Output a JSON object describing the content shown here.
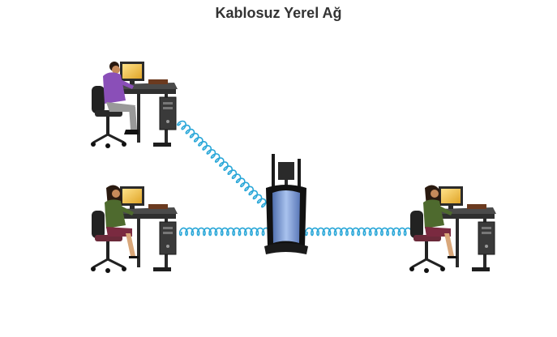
{
  "diagram": {
    "title": "Kablosuz Yerel Ağ",
    "nodes": [
      {
        "id": "workstation-top-left",
        "kind": "computer-user",
        "user": "man"
      },
      {
        "id": "workstation-bottom-left",
        "kind": "computer-user",
        "user": "woman"
      },
      {
        "id": "wireless-router",
        "kind": "router"
      },
      {
        "id": "workstation-bottom-right",
        "kind": "computer-user",
        "user": "woman"
      }
    ],
    "links": [
      {
        "from": "workstation-top-left",
        "to": "wireless-router",
        "type": "wireless"
      },
      {
        "from": "workstation-bottom-left",
        "to": "wireless-router",
        "type": "wireless"
      },
      {
        "from": "wireless-router",
        "to": "workstation-bottom-right",
        "type": "wireless"
      }
    ]
  },
  "colors": {
    "signal": "#2aa7d8",
    "title": "#333333",
    "router_body": "#8aa8d8",
    "router_frame": "#1a1a1a",
    "desk_top": "#3b3b3b",
    "monitor_screen": "#f2c84a",
    "man_shirt": "#8a4fb8",
    "woman_shirt": "#4e6a2e",
    "chair": "#222222"
  }
}
